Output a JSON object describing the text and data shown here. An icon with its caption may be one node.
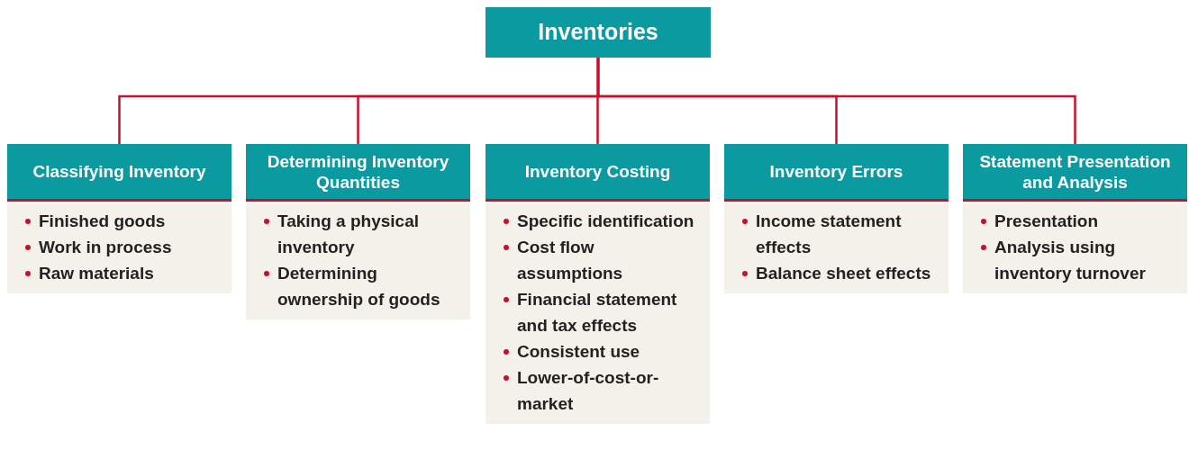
{
  "diagram": {
    "nodes": [
      {
        "text": [
          "Inventories"
        ]
      },
      {
        "text": [
          "Classifying Inventory",
          "Finished goods",
          "Work in process",
          "Raw materials"
        ]
      },
      {
        "text": [
          "Determining Inventory Quantities",
          "Taking a physical inventory",
          "Determining ownership of goods"
        ]
      },
      {
        "text": [
          "Inventory Costing",
          "Specific identification",
          "Cost flow assumptions",
          "Financial statement and tax effects",
          "Consistent use",
          "Lower-of-cost-or-market"
        ]
      },
      {
        "text": [
          "Inventory Errors",
          "Income statement effects",
          "Balance sheet effects"
        ]
      },
      {
        "text": [
          "Statement Presentation and Analysis",
          "Presentation",
          "Analysis using inventory turnover"
        ]
      }
    ],
    "edges": [
      {
        "from": 0,
        "to": 1,
        "arrow": "none"
      },
      {
        "from": 0,
        "to": 2,
        "arrow": "none"
      },
      {
        "from": 0,
        "to": 3,
        "arrow": "none"
      },
      {
        "from": 0,
        "to": 4,
        "arrow": "none"
      },
      {
        "from": 0,
        "to": 5,
        "arrow": "none"
      }
    ]
  }
}
